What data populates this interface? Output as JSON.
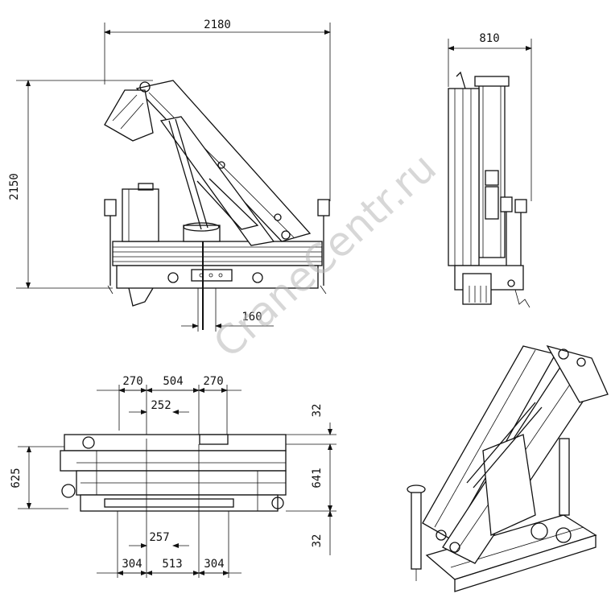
{
  "drawing": {
    "watermark": "CraneCentr.ru",
    "side_view": {
      "width_label": "2180",
      "height_label": "2150",
      "offset_label": "160"
    },
    "end_view": {
      "width_label": "810"
    },
    "top_view": {
      "top_labels": [
        "270",
        "504",
        "270"
      ],
      "inner_label": "252",
      "left_label": "625",
      "right_labels": [
        "32",
        "641",
        "32"
      ],
      "bottom_inner_label": "257",
      "bottom_labels": [
        "304",
        "513",
        "304"
      ]
    }
  }
}
